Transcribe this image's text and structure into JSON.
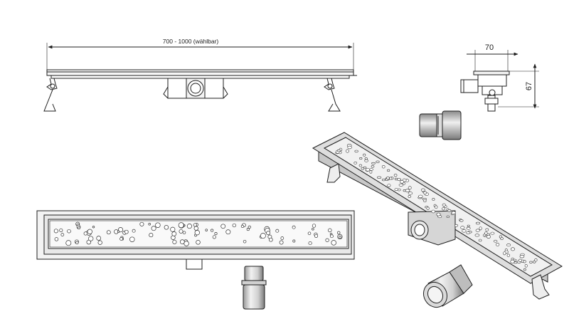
{
  "drawing": {
    "length_dimension": "700 - 1000 (wählbar)",
    "width_dimension": "70",
    "height_dimension": "67"
  },
  "colors": {
    "line": "#1f1f1f",
    "steel_light": "#eeeeee",
    "steel_mid": "#c9c9c9",
    "steel_dark": "#555555",
    "background": "#ffffff"
  }
}
